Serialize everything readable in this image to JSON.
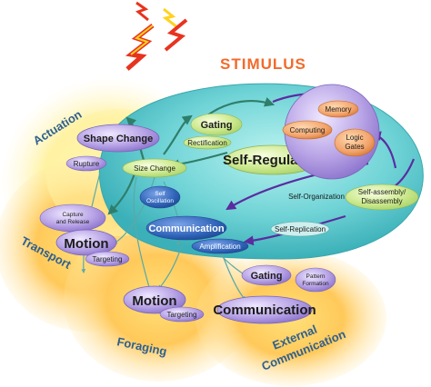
{
  "stimulus": {
    "title": "STIMULUS"
  },
  "regions": {
    "actuation": "Actuation",
    "transport": "Transport",
    "foraging": "Foraging",
    "external_communication_line1": "External",
    "external_communication_line2": "Communication"
  },
  "nodes": {
    "shape_change": "Shape Change",
    "rupture": "Rupture",
    "size_change": "Size Change",
    "capture_line1": "Capture",
    "capture_line2": "and Release",
    "motion_left": "Motion",
    "targeting_left": "Targeting",
    "gating_top": "Gating",
    "rectification": "Rectification",
    "self_regulation": "Self-Regulation",
    "memory": "Memory",
    "computing": "Computing",
    "logic_line1": "Logic",
    "logic_line2": "Gates",
    "self_oscillation_line1": "Self",
    "self_oscillation_line2": "Oscillation",
    "self_organization": "Self-Organization",
    "self_assembly_line1": "Self-assembly/",
    "self_assembly_line2": "Disassembly",
    "communication_inner": "Communication",
    "amplification": "Amplification",
    "self_replication": "Self-Replication",
    "gating_bottom": "Gating",
    "pattern_line1": "Pattern",
    "pattern_line2": "Formation",
    "motion_bottom": "Motion",
    "targeting_bottom": "Targeting",
    "communication_bottom": "Communication"
  },
  "colors": {
    "stimulus_text": "#f26a2a",
    "lightning_yellow": "#ffd21f",
    "lightning_red": "#e8331f",
    "outer_glow": "#fff2a0",
    "cyan_core": "#6fd3d6",
    "purple_node": "#b8a4e6",
    "green_node": "#cde98f",
    "orange_sphere": "#f2a36a",
    "blue_node": "#2f63b8",
    "arrow_green": "#2f7e6a",
    "arrow_purple": "#5a2ca0",
    "region_text": "#2f5f8f"
  },
  "icons": [
    "lightning-bolt-icon"
  ]
}
